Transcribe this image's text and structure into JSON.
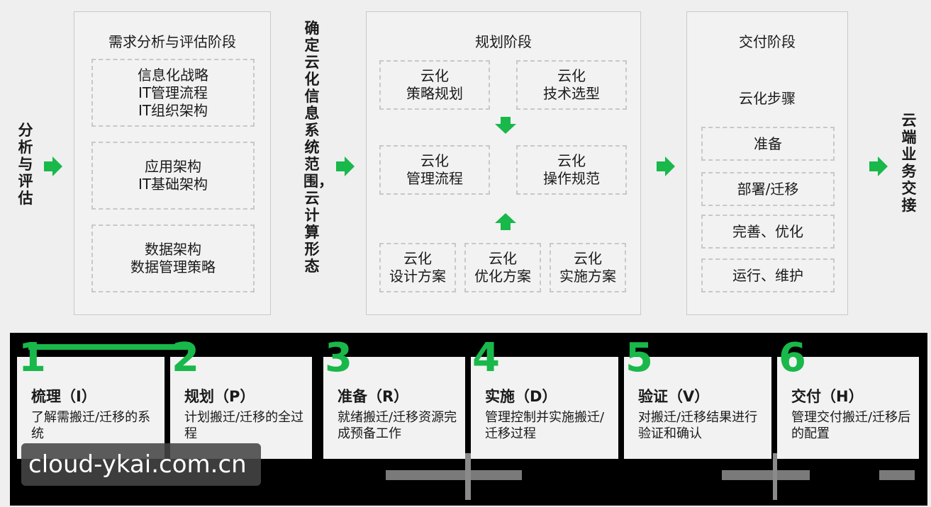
{
  "left_label": "分析与评估",
  "stage1": {
    "title": "需求分析与评估阶段",
    "boxes": [
      "信息化战略\nIT管理流程\nIT组织架构",
      "应用架构\nIT基础架构",
      "数据架构\n数据管理策略"
    ]
  },
  "scope_label": "确定云化信息系统范围，云计算形态",
  "stage2": {
    "title": "规划阶段",
    "boxes": [
      "云化\n策略规划",
      "云化\n技术选型",
      "云化\n管理流程",
      "云化\n操作规范",
      "云化\n设计方案",
      "云化\n优化方案",
      "云化\n实施方案"
    ]
  },
  "stage3": {
    "title": "交付阶段",
    "subtitle": "云化步骤",
    "steps": [
      "准备",
      "部署/迁移",
      "完善、优化",
      "运行、维护"
    ]
  },
  "right_label": "云端业务交接",
  "cards": [
    {
      "num": "1",
      "title": "梳理（I）",
      "desc": "了解需搬迁/迁移的系统"
    },
    {
      "num": "2",
      "title": "规划（P）",
      "desc": "计划搬迁/迁移的全过程"
    },
    {
      "num": "3",
      "title": "准备（R）",
      "desc": "就绪搬迁/迁移资源完成预备工作"
    },
    {
      "num": "4",
      "title": "实施（D）",
      "desc": "管理控制并实施搬迁/迁移过程"
    },
    {
      "num": "5",
      "title": "验证（V）",
      "desc": "对搬迁/迁移结果进行验证和确认"
    },
    {
      "num": "6",
      "title": "交付（H）",
      "desc": "管理交付搬迁/迁移后的配置"
    }
  ],
  "watermark": "cloud-ykai.com.cn",
  "colors": {
    "accent": "#19b84a",
    "panel_border": "#c9c9c9",
    "dashed": "#c8c8c8"
  }
}
